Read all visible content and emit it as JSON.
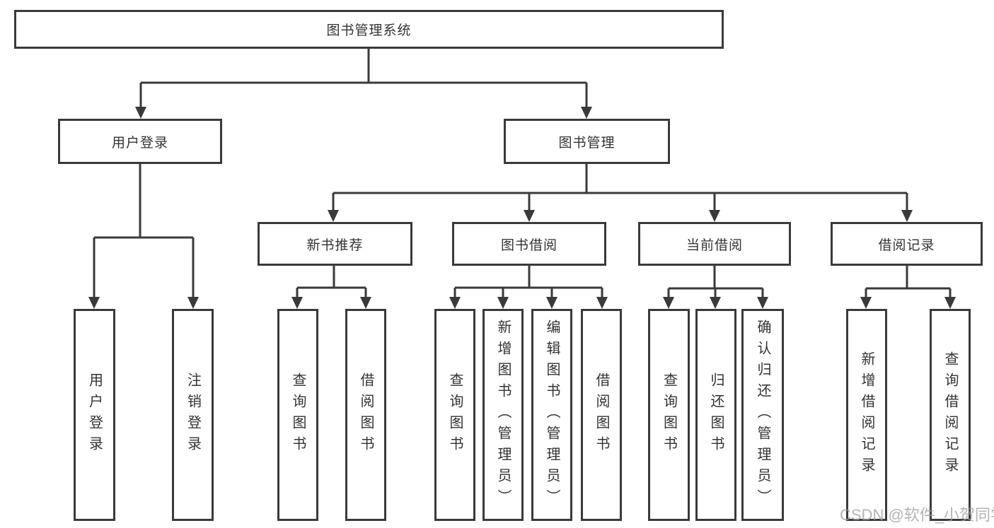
{
  "diagram": {
    "root": "图书管理系统",
    "branches": [
      {
        "label": "用户登录",
        "leaves": [
          "用户登录",
          "注销登录"
        ]
      },
      {
        "label": "图书管理",
        "groups": [
          {
            "label": "新书推荐",
            "leaves": [
              "查询图书",
              "借阅图书"
            ]
          },
          {
            "label": "图书借阅",
            "leaves": [
              "查询图书",
              "新增图书（管理员）",
              "编辑图书（管理员）",
              "借阅图书"
            ]
          },
          {
            "label": "当前借阅",
            "leaves": [
              "查询图书",
              "归还图书",
              "确认归还（管理员）"
            ]
          },
          {
            "label": "借阅记录",
            "leaves": [
              "新增借阅记录",
              "查询借阅记录"
            ]
          }
        ]
      }
    ],
    "colors": {
      "line": "#3a3a3a",
      "box_border": "#3a3a3a",
      "box_fill": "#ffffff",
      "text": "#333333",
      "watermark": "#9e9e9e"
    },
    "watermark": "CSDN @软件_小贺同学"
  }
}
